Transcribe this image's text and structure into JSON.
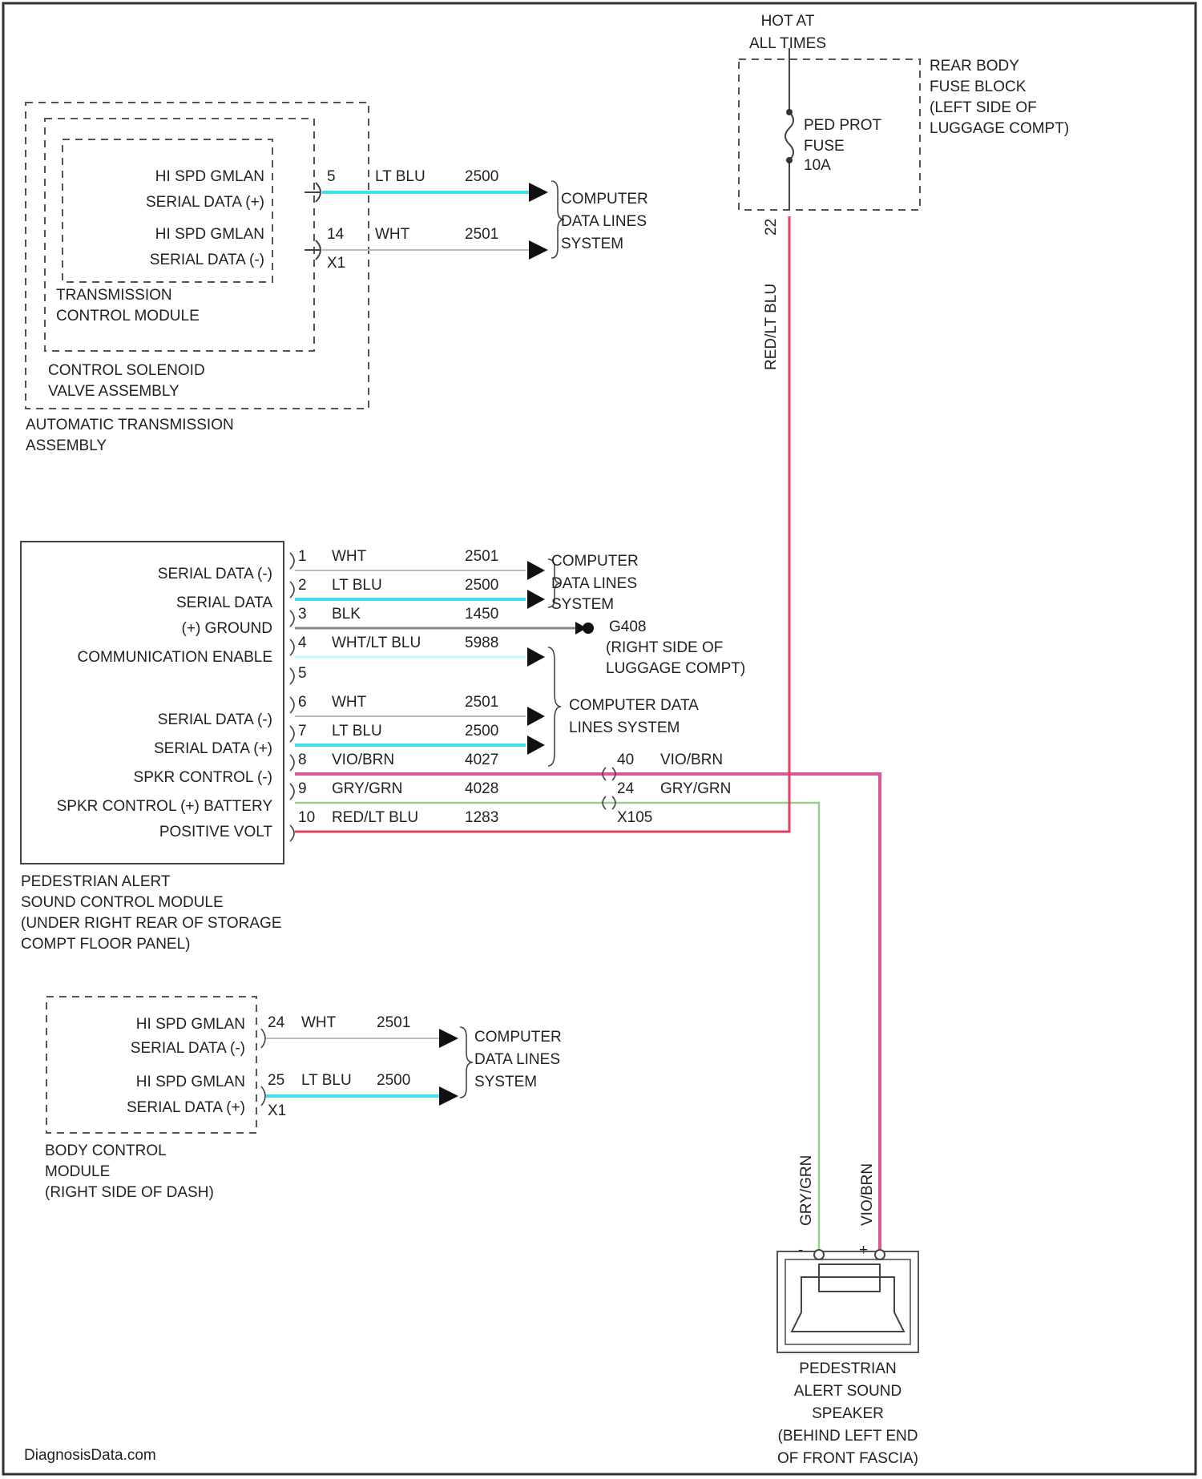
{
  "colors": {
    "cyan": "#3fe0e8",
    "pink": "#e0559a",
    "red": "#e04060",
    "green": "#9bcc8f",
    "gray": "#888888",
    "frame": "#333333"
  },
  "fuse_block": {
    "hot": [
      "HOT AT",
      "ALL TIMES"
    ],
    "label": [
      "REAR BODY",
      "FUSE BLOCK",
      "(LEFT SIDE OF",
      "LUGGAGE COMPT)"
    ],
    "fuse": [
      "PED PROT",
      "FUSE",
      "10A"
    ],
    "pin": "22",
    "wire_label": "RED/LT BLU"
  },
  "tcm": {
    "pins": [
      {
        "lines": [
          "HI SPD GMLAN",
          "SERIAL DATA (+)"
        ],
        "num": "5",
        "color": "LT BLU",
        "circuit": "2500"
      },
      {
        "lines": [
          "HI SPD GMLAN",
          "SERIAL DATA (-)"
        ],
        "num": "14",
        "color": "WHT",
        "circuit": "2501"
      }
    ],
    "connector": "X1",
    "inner_label": [
      "TRANSMISSION",
      "CONTROL MODULE"
    ],
    "mid_label": [
      "CONTROL SOLENOID",
      "VALVE ASSEMBLY"
    ],
    "outer_label": [
      "AUTOMATIC TRANSMISSION",
      "ASSEMBLY"
    ],
    "dest": [
      "COMPUTER",
      "DATA LINES",
      "SYSTEM"
    ]
  },
  "pasm": {
    "labels": [
      "SERIAL DATA (-)",
      "SERIAL DATA",
      "(+) GROUND",
      "COMMUNICATION ENABLE",
      "SERIAL DATA (-)",
      "SERIAL DATA (+)",
      "SPKR CONTROL (-)",
      "SPKR CONTROL (+) BATTERY",
      "POSITIVE VOLT"
    ],
    "pins": [
      {
        "num": "1",
        "color": "WHT",
        "circuit": "2501"
      },
      {
        "num": "2",
        "color": "LT BLU",
        "circuit": "2500"
      },
      {
        "num": "3",
        "color": "BLK",
        "circuit": "1450"
      },
      {
        "num": "4",
        "color": "WHT/LT BLU",
        "circuit": "5988"
      },
      {
        "num": "5",
        "color": "",
        "circuit": ""
      },
      {
        "num": "6",
        "color": "WHT",
        "circuit": "2501"
      },
      {
        "num": "7",
        "color": "LT BLU",
        "circuit": "2500"
      },
      {
        "num": "8",
        "color": "VIO/BRN",
        "circuit": "4027"
      },
      {
        "num": "9",
        "color": "GRY/GRN",
        "circuit": "4028"
      },
      {
        "num": "10",
        "color": "RED/LT BLU",
        "circuit": "1283"
      }
    ],
    "inline": [
      {
        "num": "40",
        "color": "VIO/BRN"
      },
      {
        "num": "24",
        "color": "GRY/GRN"
      }
    ],
    "inline_conn": "X105",
    "ground_label": [
      "G408",
      "(RIGHT SIDE OF",
      "LUGGAGE COMPT)"
    ],
    "dest1": [
      "COMPUTER",
      "DATA LINES",
      "SYSTEM"
    ],
    "dest2": [
      "COMPUTER DATA",
      "LINES SYSTEM"
    ],
    "label": [
      "PEDESTRIAN ALERT",
      "SOUND CONTROL MODULE",
      "(UNDER RIGHT REAR OF STORAGE",
      "COMPT FLOOR PANEL)"
    ]
  },
  "bcm": {
    "pins": [
      {
        "lines": [
          "HI SPD GMLAN",
          "SERIAL DATA (-)"
        ],
        "num": "24",
        "color": "WHT",
        "circuit": "2501"
      },
      {
        "lines": [
          "HI SPD GMLAN",
          "SERIAL DATA (+)"
        ],
        "num": "25",
        "color": "LT BLU",
        "circuit": "2500"
      }
    ],
    "connector": "X1",
    "dest": [
      "COMPUTER",
      "DATA LINES",
      "SYSTEM"
    ],
    "label": [
      "BODY CONTROL",
      "MODULE",
      "(RIGHT SIDE OF DASH)"
    ]
  },
  "speaker": {
    "wire_left": "GRY/GRN",
    "wire_right": "VIO/BRN",
    "pin_left": "-",
    "pin_right": "+",
    "label": [
      "PEDESTRIAN",
      "ALERT SOUND",
      "SPEAKER",
      "(BEHIND LEFT END",
      "OF FRONT FASCIA)"
    ]
  },
  "watermark": "DiagnosisData.com"
}
